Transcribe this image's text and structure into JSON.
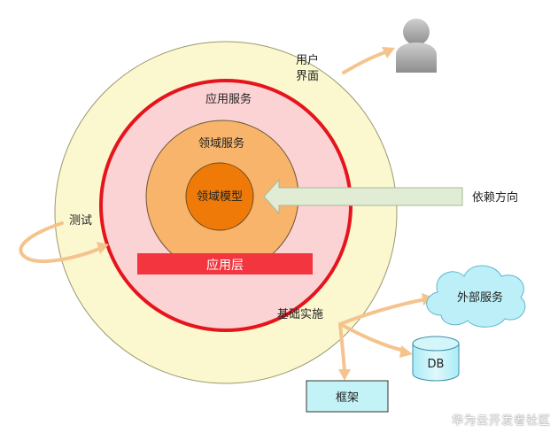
{
  "layers": {
    "user_interface": "用户\n界面",
    "application_services": "应用服务",
    "domain_services": "领域服务",
    "domain_model": "领域模型",
    "application_layer": "应用层",
    "infrastructure": "基础实施",
    "testing": "测试",
    "dependency_direction": "依赖方向"
  },
  "external": {
    "external_services": "外部服务",
    "database": "DB",
    "framework": "框架"
  },
  "colors": {
    "outer_ring": "#fbf8cf",
    "app_ring": "#fcd3d5",
    "app_border": "#e5141d",
    "domain_services_ring": "#f8b46a",
    "domain_model": "#ef7a07",
    "app_layer_bar": "#f2353e",
    "arrow": "#f5c48e",
    "dependency_arrow": "#e0ecd4",
    "cloud": "#bdeff8",
    "framework_box": "#c3f3f6"
  },
  "icons": {
    "user": "user-silhouette-icon",
    "cloud": "cloud-icon",
    "database": "database-cylinder-icon"
  },
  "watermark": "华为云开发者社区"
}
